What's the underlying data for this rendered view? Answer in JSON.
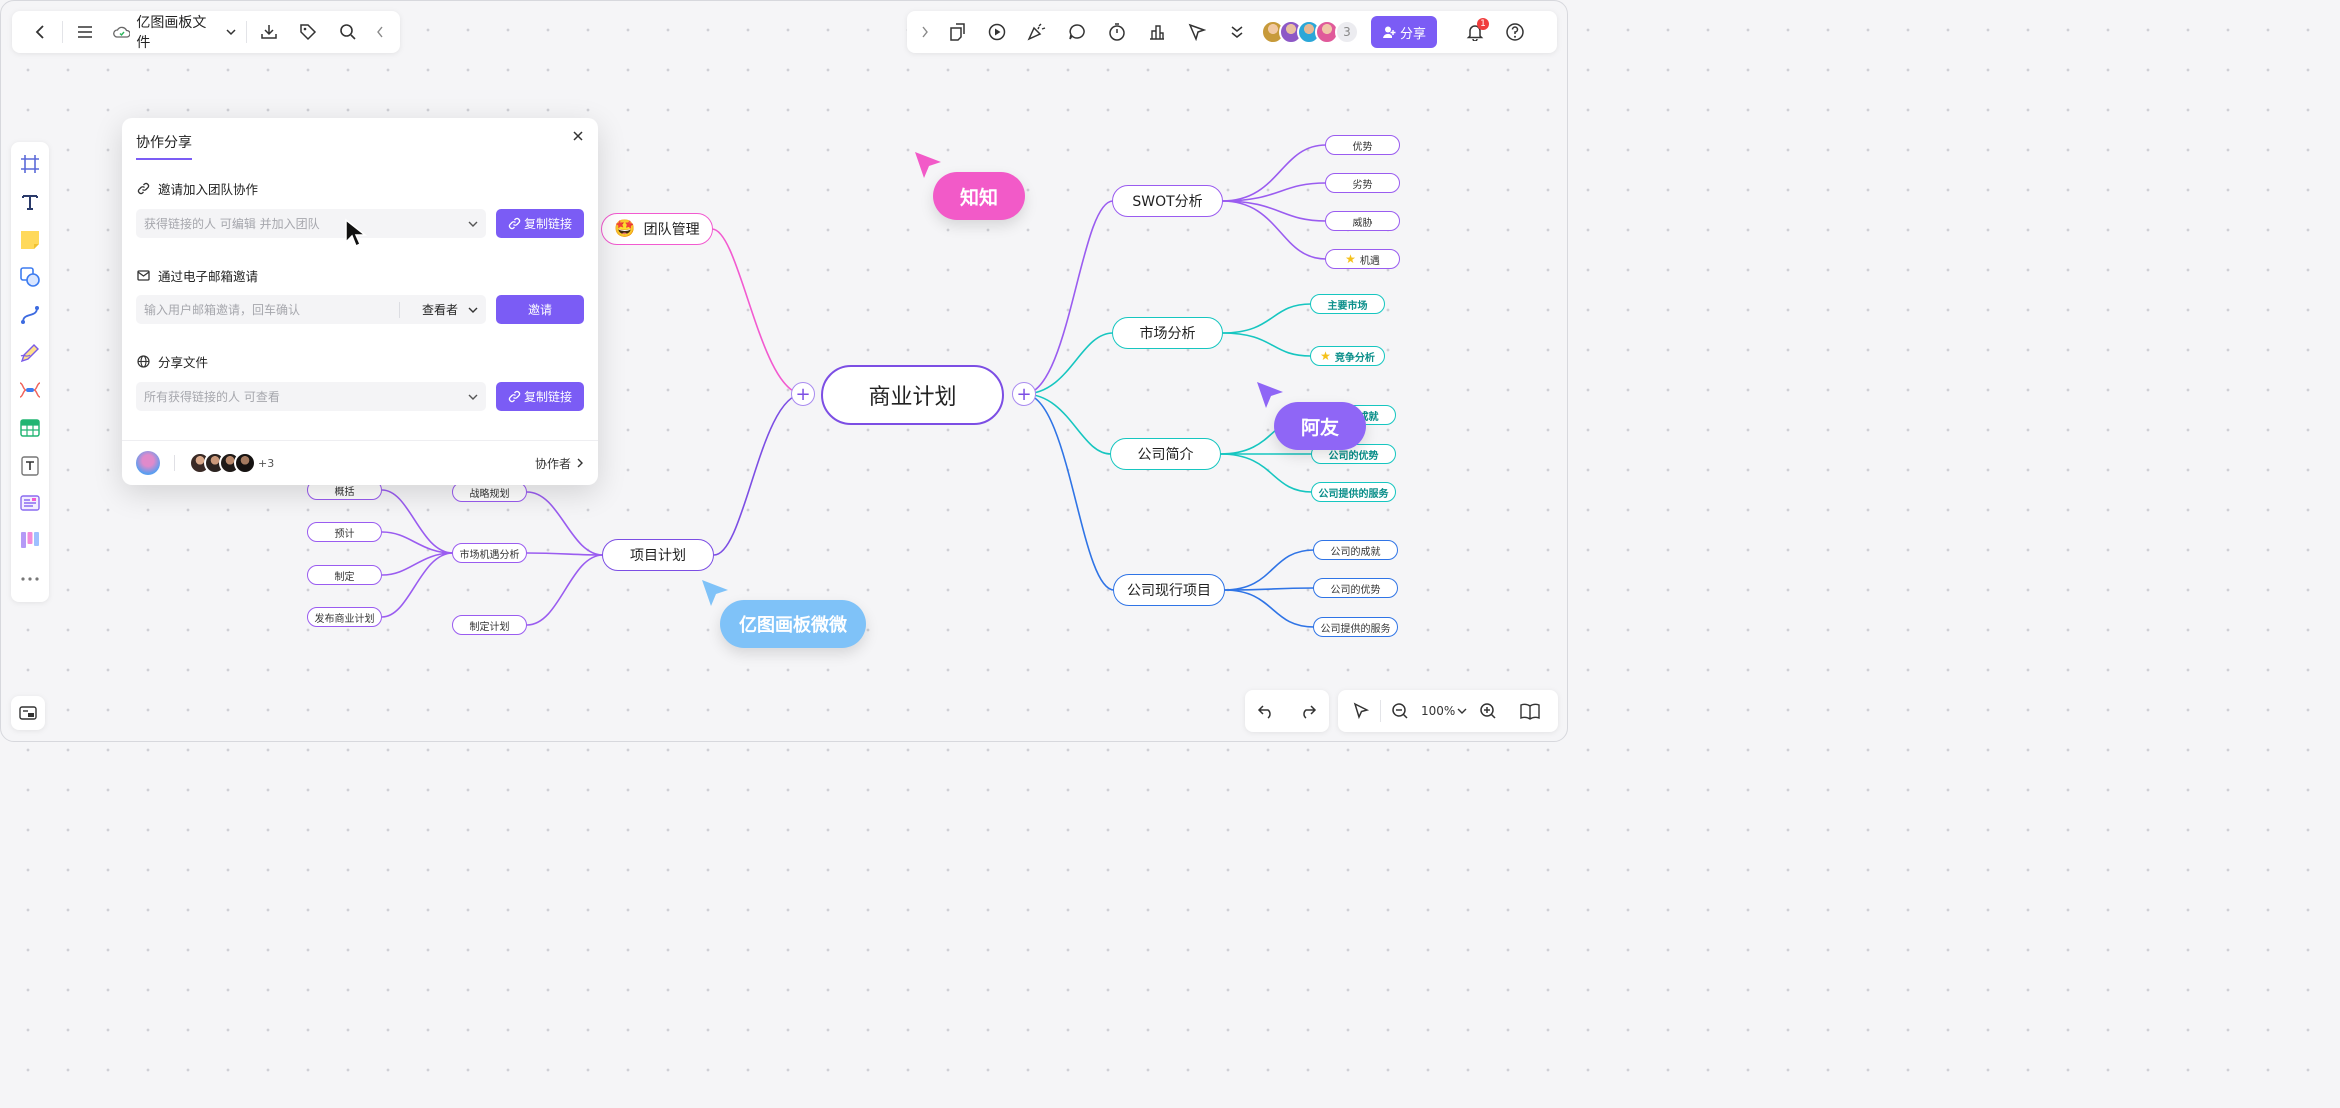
{
  "document": {
    "title": "亿图画板文件"
  },
  "toolbar_left": {
    "icons": [
      "back-icon",
      "menu-icon",
      "cloud-saved-icon",
      "chevron-down-icon",
      "download-icon",
      "tag-icon",
      "search-icon",
      "collapse-icon"
    ]
  },
  "toolbar_right": {
    "icons": [
      "expand-icon",
      "sticker-icon",
      "play-icon",
      "celebrate-icon",
      "comment-icon",
      "timer-icon",
      "vote-icon",
      "follow-icon",
      "more-icon"
    ],
    "collaborator_count": "3",
    "share_label": "分享",
    "notification_count": "1"
  },
  "side_tools": [
    "frame-tool",
    "text-tool",
    "sticky-note-tool",
    "shape-tool",
    "connector-tool",
    "pen-tool",
    "mindmap-tool",
    "table-tool",
    "text-block-tool",
    "template-tool",
    "kanban-tool",
    "more-tools"
  ],
  "zoom": {
    "value": "100%"
  },
  "dialog": {
    "tab_label": "协作分享",
    "invite_team": {
      "title": "邀请加入团队协作",
      "placeholder": "获得链接的人 可编辑 并加入团队",
      "button": "复制链接"
    },
    "invite_email": {
      "title": "通过电子邮箱邀请",
      "placeholder": "输入用户邮箱邀请，回车确认",
      "role": "查看者",
      "button": "邀请"
    },
    "share_file": {
      "title": "分享文件",
      "placeholder": "所有获得链接的人 可查看",
      "button": "复制链接"
    },
    "footer": {
      "more_count": "+3",
      "collaborators_label": "协作者"
    }
  },
  "mindmap": {
    "center": "商业计划",
    "left_branches": {
      "team": "团队管理",
      "project": "项目计划",
      "project_children": [
        "战略规划",
        "市场机遇分析",
        "制定计划"
      ],
      "opportunity_children": [
        "概括",
        "预计",
        "制定",
        "发布商业计划"
      ]
    },
    "right_branches": {
      "swot": "SWOT分析",
      "swot_children": [
        "优势",
        "劣势",
        "威胁",
        "机遇"
      ],
      "market": "市场分析",
      "market_children": [
        "主要市场",
        "竞争分析"
      ],
      "company": "公司简介",
      "company_children": [
        "公司的成就",
        "公司的优势",
        "公司提供的服务"
      ],
      "current": "公司现行项目",
      "current_children": [
        "公司的成就",
        "公司的优势",
        "公司提供的服务"
      ]
    },
    "colors": {
      "center": "#7c4ee4",
      "team": "#f25ad0",
      "project": "#7c4ee4",
      "swot": "#9a5cf0",
      "market": "#16c6c0",
      "company": "#16c6c0",
      "current": "#2f74e6"
    }
  },
  "cursors": [
    {
      "name": "知知",
      "color": "#f25ac8"
    },
    {
      "name": "阿友",
      "color": "#8f66f6"
    },
    {
      "name": "亿图画板微微",
      "color": "#7fc2f8"
    }
  ]
}
